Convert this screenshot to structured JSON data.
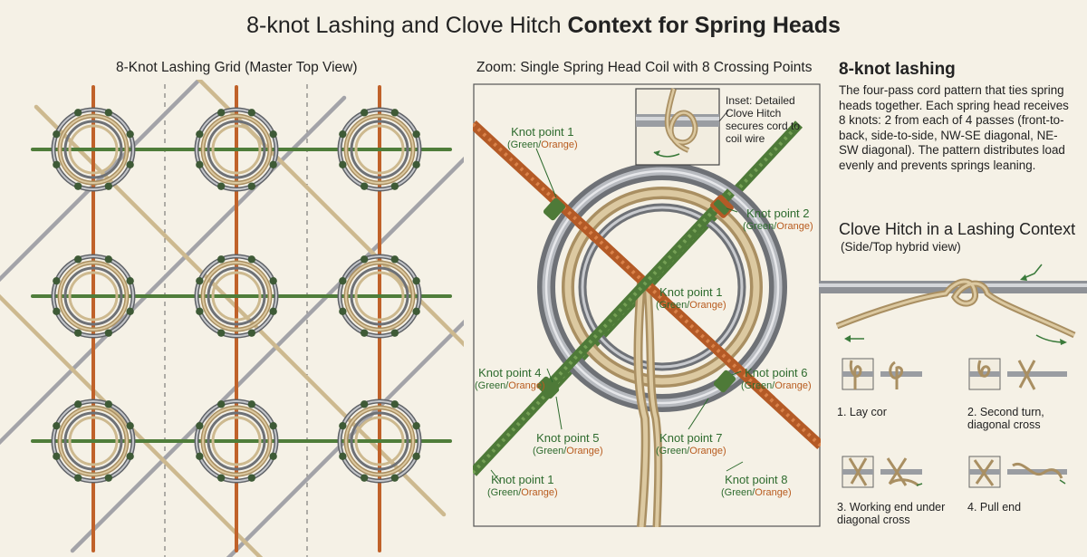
{
  "title": {
    "regular": "8-knot Lashing and Clove Hitch ",
    "bold": "Context for Spring Heads"
  },
  "grid_panel": {
    "title": "8-Knot Lashing Grid (Master Top View)"
  },
  "zoom_panel": {
    "title": "Zoom: Single Spring Head Coil with 8 Crossing Points",
    "inset_note": "Inset: Detailed Clove Hitch secures cord to coil wire",
    "knots": [
      {
        "name": "Knot point 1",
        "sub_a": "(Green/",
        "sub_b": "Orange)"
      },
      {
        "name": "Knot point 2",
        "sub_a": "(Green/",
        "sub_b": "Orange)"
      },
      {
        "name": "Knot point 1",
        "sub_a": "(Green/",
        "sub_b": "Orange)"
      },
      {
        "name": "Knot point 4",
        "sub_a": "(Green/",
        "sub_b": "Orange)"
      },
      {
        "name": "Knot point 6",
        "sub_a": "(Green/",
        "sub_b": "Orange)"
      },
      {
        "name": "Knot point 5",
        "sub_a": "(Green/",
        "sub_b": "Orange)"
      },
      {
        "name": "Knot point 7",
        "sub_a": "(Green/",
        "sub_b": "Orange)"
      },
      {
        "name": "Knot point 1",
        "sub_a": "(Green/",
        "sub_b": "Orange)"
      },
      {
        "name": "Knot point 8",
        "sub_a": "(Green/",
        "sub_b": "Orange)"
      }
    ]
  },
  "side": {
    "heading": "8-knot lashing",
    "paragraph": "The four-pass cord pattern that ties spring heads together. Each spring head receives 8 knots: 2 from each of 4 passes (front-to-back, side-to-side, NW-SE diagonal, NE-SW diagonal). The pattern distributes load evenly and prevents springs leaning.",
    "clove_heading": "Clove Hitch in a Lashing Context",
    "clove_sub": "(Side/Top hybrid view)",
    "steps": [
      {
        "label": "1. Lay cor"
      },
      {
        "label": "2. Second turn, diagonal cross"
      },
      {
        "label": "3. Working end under diagonal cross"
      },
      {
        "label": "4. Pull end"
      }
    ]
  },
  "colors": {
    "background": "#f5f1e6",
    "green_cord": "#4f7d3a",
    "orange_cord": "#c0622a",
    "gray_cord": "#9a9a9e",
    "tan_cord": "#c9b48a",
    "coil_wire": "#8e9196",
    "label_green": "#2e6b2e",
    "label_orange": "#b85b1e"
  }
}
